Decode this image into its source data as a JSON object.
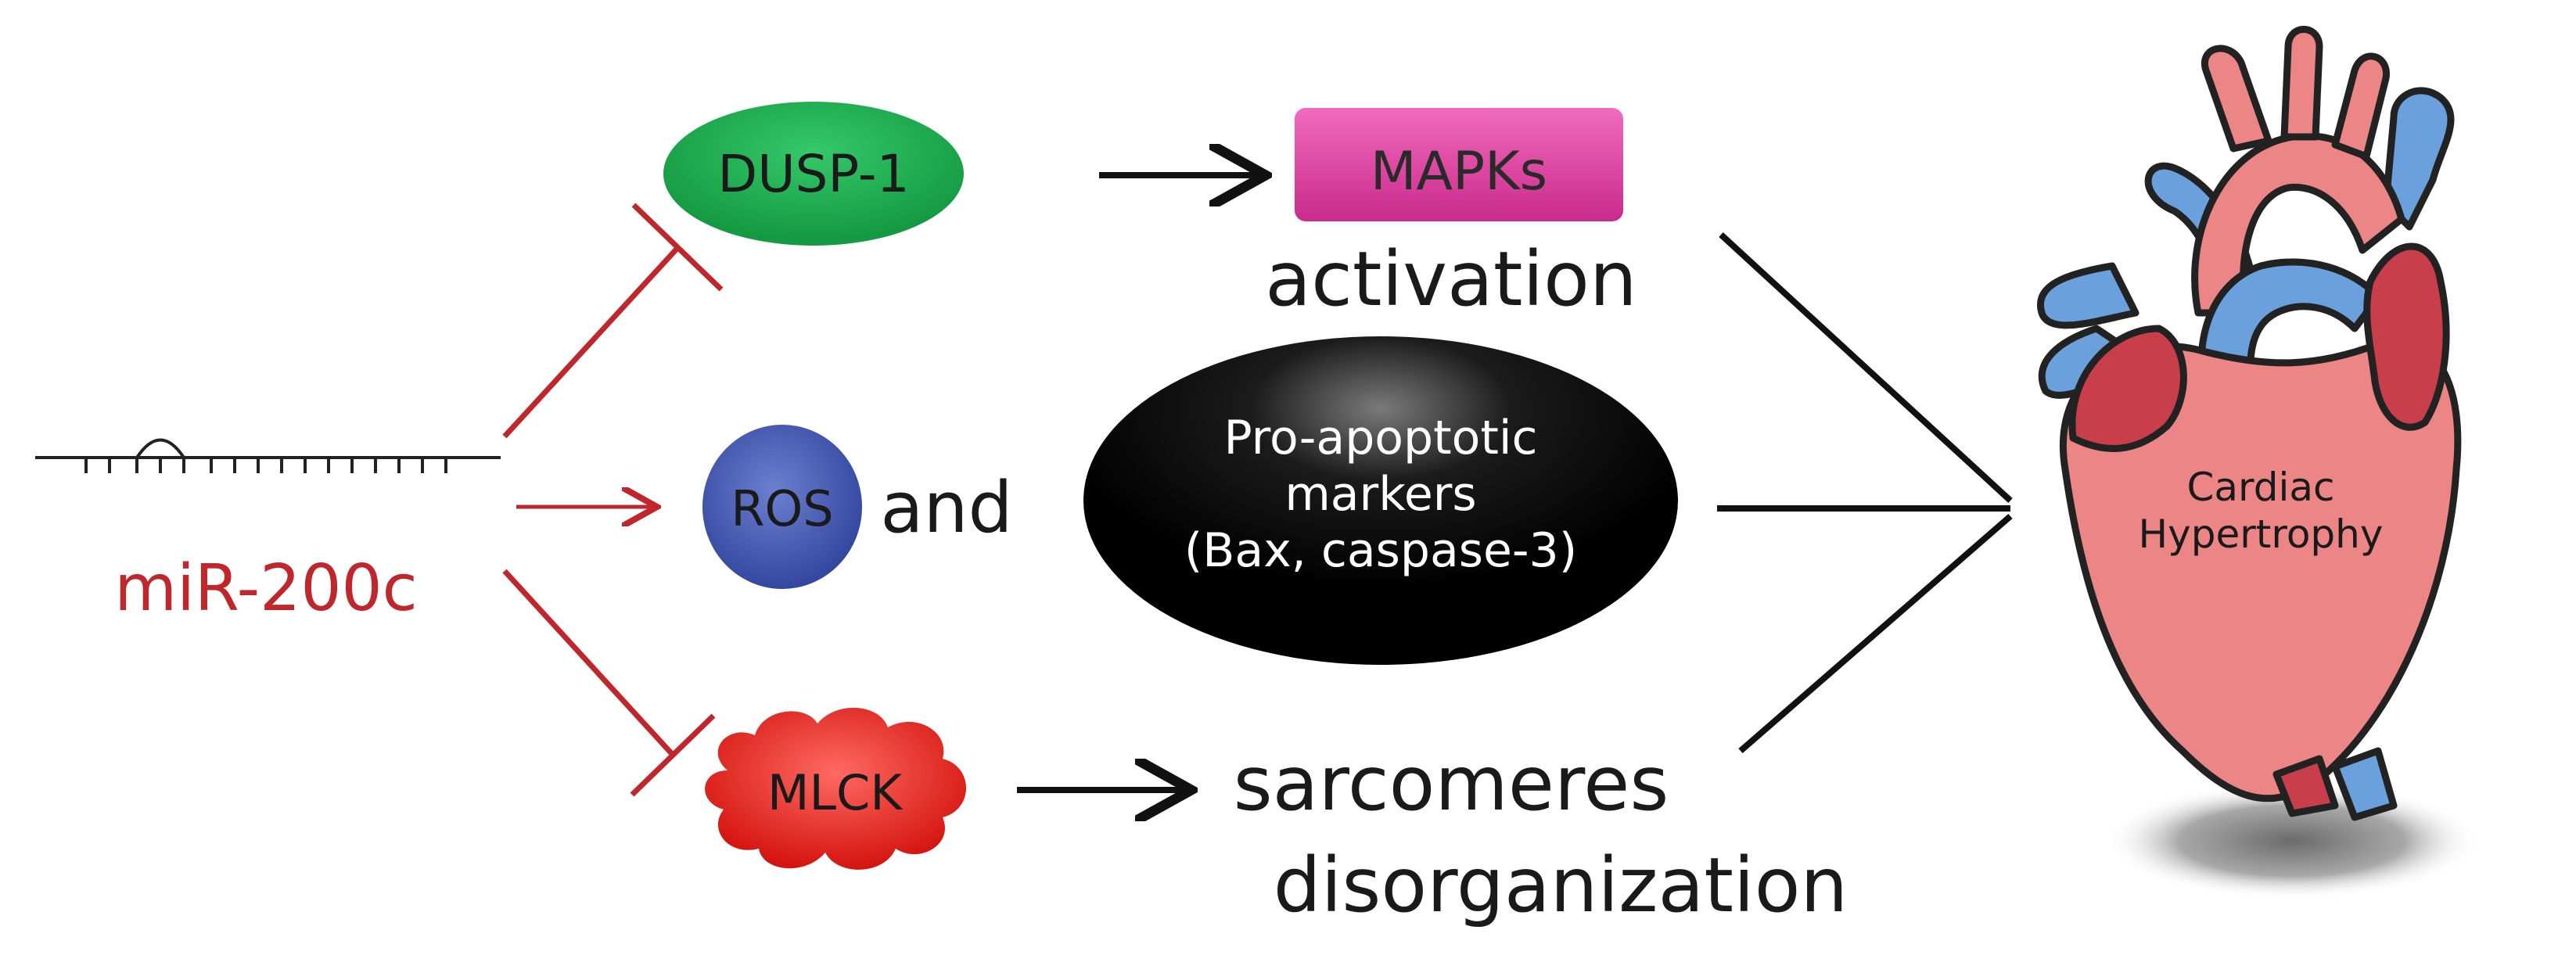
{
  "mirna": {
    "label": "miR-200c"
  },
  "nodes": {
    "dusp1": {
      "label": "DUSP-1"
    },
    "mapks": {
      "label": "MAPKs"
    },
    "activation": {
      "label": "activation"
    },
    "ros": {
      "label": "ROS"
    },
    "and": {
      "label": "and"
    },
    "pro_apoptotic": {
      "line1": "Pro-apoptotic",
      "line2": "markers",
      "line3": "(Bax, caspase-3)"
    },
    "mlck": {
      "label": "MLCK"
    },
    "sarcomeres": {
      "line1": "sarcomeres",
      "line2": "disorganization"
    }
  },
  "outcome": {
    "line1": "Cardiac",
    "line2": "Hypertrophy"
  },
  "colors": {
    "inhibition": "#c0272d",
    "arrow": "#111111",
    "dusp1": "#1aa24a",
    "mapks": "#d83a9c",
    "ros": "#3c4fa8",
    "mlck": "#e0211c",
    "heart_red": "#ec8585",
    "heart_dark": "#c83f4b",
    "vessel_blue": "#6aa0dc"
  }
}
